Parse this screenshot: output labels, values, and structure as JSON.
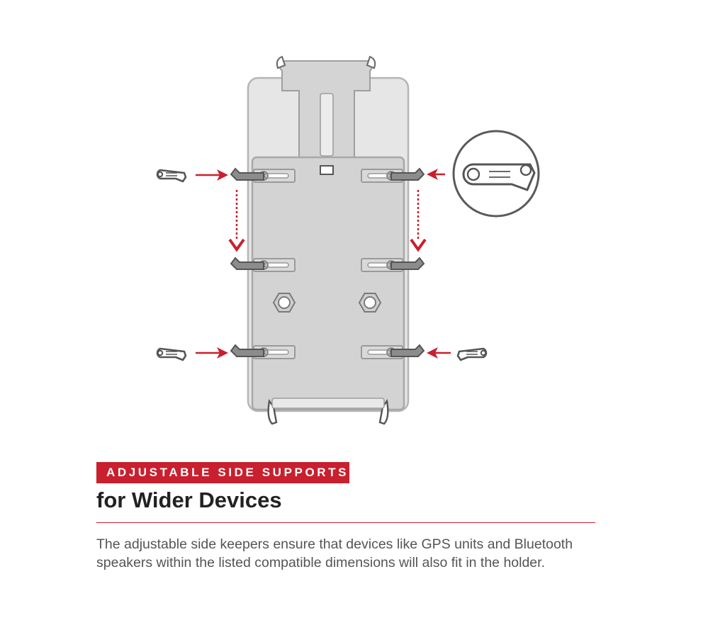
{
  "tag_label": "ADJUSTABLE SIDE SUPPORTS",
  "headline": "for Wider Devices",
  "description": "The adjustable side keepers ensure that devices like GPS units and Bluetooth speakers within the listed compatible dimensions will also fit in the holder.",
  "colors": {
    "accent": "#c8202e",
    "holder_outer": "#e6e6e6",
    "holder_inner": "#d3d3d3",
    "holder_stroke": "#a8a8a8",
    "support_dark": "#555555",
    "support_light": "#ffffff",
    "headline_text": "#222222",
    "body_text": "#555555"
  },
  "icons": {
    "holder": "phone-holder-cradle-icon",
    "side_support": "side-support-keeper-icon",
    "detail": "magnified-keeper-detail-icon",
    "arrow": "red-arrow-icon"
  }
}
